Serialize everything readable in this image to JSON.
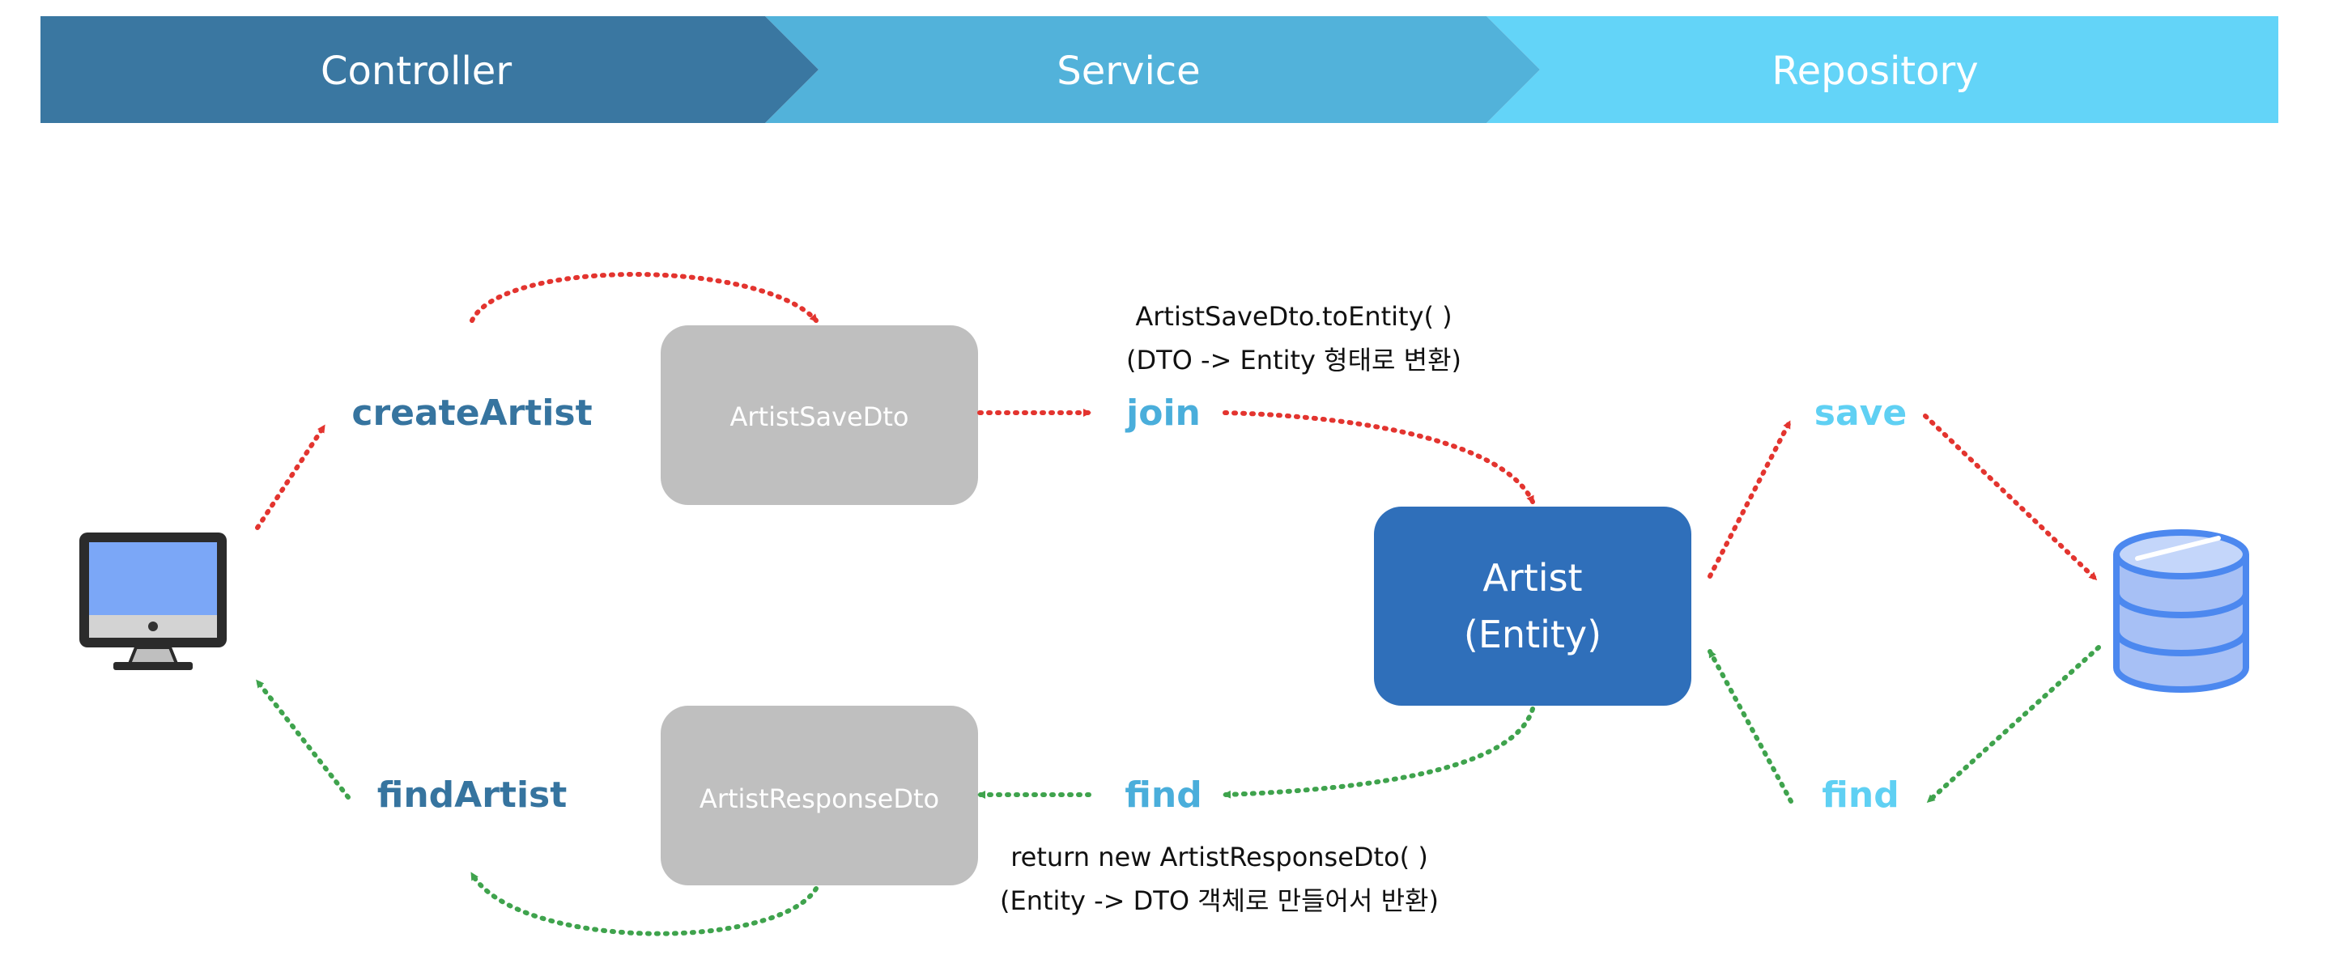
{
  "header": {
    "stages": [
      {
        "label": "Controller",
        "color": "#3a77a1"
      },
      {
        "label": "Service",
        "color": "#52b2da"
      },
      {
        "label": "Repository",
        "color": "#63d4f8"
      }
    ]
  },
  "controller": {
    "create_label": "createArtist",
    "find_label": "findArtist"
  },
  "dtos": {
    "save_dto": "ArtistSaveDto",
    "response_dto": "ArtistResponseDto",
    "box_color": "#bfbfbf"
  },
  "service": {
    "join_label": "join",
    "find_label": "find",
    "save_note_line1": "ArtistSaveDto.toEntity( )",
    "save_note_line2": "(DTO -> Entity 형태로 변환)",
    "find_note_line1": "return new ArtistResponseDto( )",
    "find_note_line2": "(Entity -> DTO 객체로 만들어서 반환)"
  },
  "entity": {
    "line1": "Artist",
    "line2": "(Entity)",
    "color": "#2f6fba"
  },
  "repository": {
    "save_label": "save",
    "find_label": "find"
  },
  "icons": {
    "client": "computer-monitor-icon",
    "database": "database-icon"
  },
  "colors": {
    "request_arrow": "#e3342f",
    "response_arrow": "#3fa34d"
  }
}
